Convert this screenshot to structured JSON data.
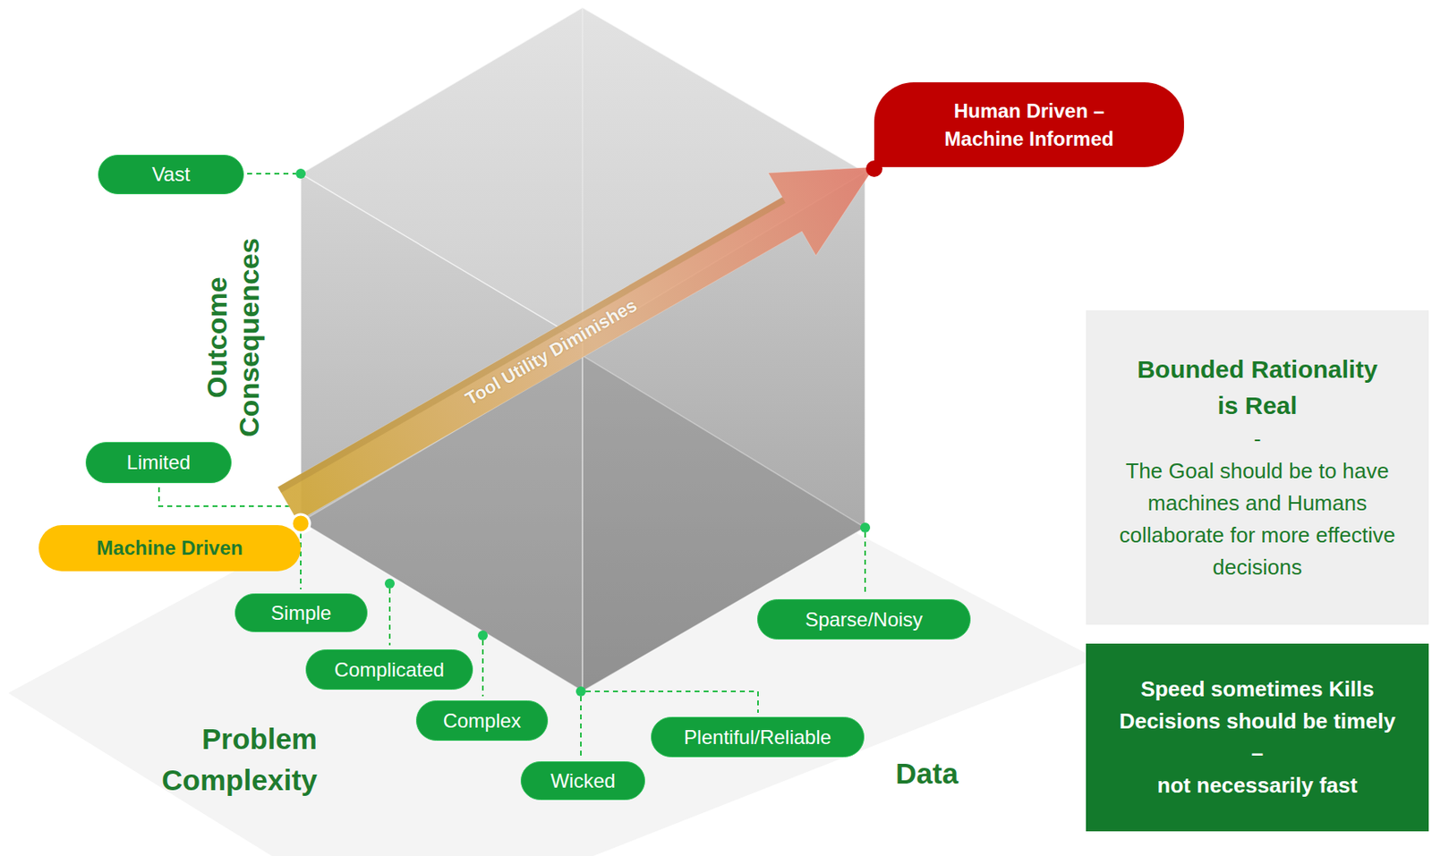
{
  "diagram": {
    "nodes": [
      {
        "text": [
          "Human Driven – Machine Informed"
        ]
      },
      {
        "text": [
          "Vast"
        ]
      },
      {
        "text": [
          "Bounded Rationality is Real",
          "-",
          "The Goal should be to have machines and Humans collaborate for more effective decisions"
        ]
      },
      {
        "text": [
          "Limited"
        ]
      },
      {
        "text": [
          "Machine Driven"
        ]
      },
      {
        "text": [
          "Simple"
        ]
      },
      {
        "text": [
          "Sparse/Noisy"
        ]
      },
      {
        "text": [
          "Complicated"
        ]
      },
      {
        "text": [
          "Speed sometimes Kills",
          "Decisions should be timely",
          "–",
          "not necessarily fast"
        ]
      },
      {
        "text": [
          "Complex"
        ]
      },
      {
        "text": [
          "Plentiful/Reliable"
        ]
      },
      {
        "text": [
          "Wicked"
        ]
      }
    ],
    "edges": [
      {
        "from": 4,
        "to": 0,
        "arrow": "to",
        "label": "Tool Utility Diminishes"
      }
    ],
    "labels": [
      "Outcome Consequences",
      "Problem Complexity",
      "Data"
    ]
  }
}
